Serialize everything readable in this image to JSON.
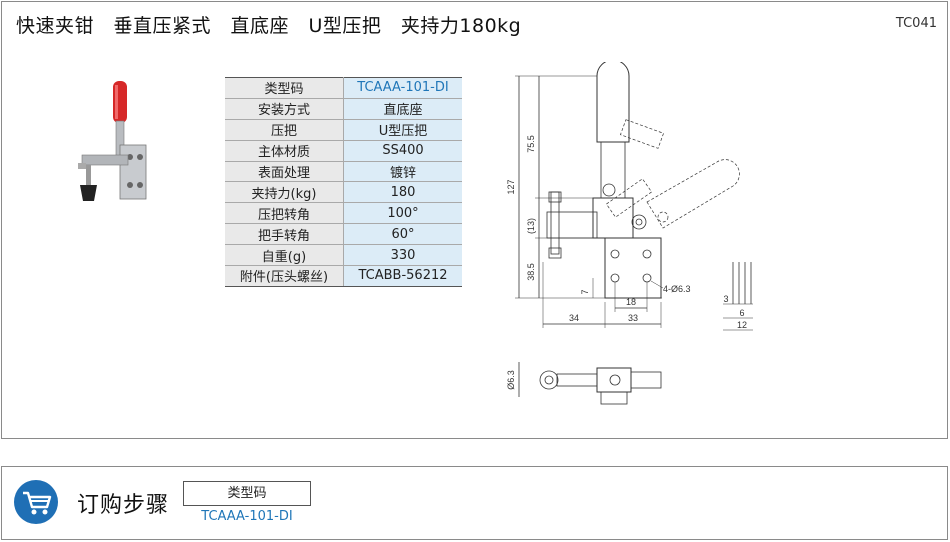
{
  "header": {
    "title": "快速夹钳　垂直压紧式　直底座　U型压把　夹持力180kg",
    "code": "TC041"
  },
  "spec_table": [
    {
      "label": "类型码",
      "value": "TCAAA-101-DI"
    },
    {
      "label": "安装方式",
      "value": "直底座"
    },
    {
      "label": "压把",
      "value": "U型压把"
    },
    {
      "label": "主体材质",
      "value": "SS400"
    },
    {
      "label": "表面处理",
      "value": "镀锌"
    },
    {
      "label": "夹持力(kg)",
      "value": "180"
    },
    {
      "label": "压把转角",
      "value": "100°"
    },
    {
      "label": "把手转角",
      "value": "60°"
    },
    {
      "label": "自重(g)",
      "value": "330"
    },
    {
      "label": "附件(压头螺丝)",
      "value": "TCABB-56212"
    }
  ],
  "drawing": {
    "dims": {
      "d127": "127",
      "d75_5": "75.5",
      "d13": "(13)",
      "d38_5": "38.5",
      "d7": "7",
      "d18": "18",
      "d34": "34",
      "d33": "33",
      "hole": "4-Ø6.3",
      "d3": "3",
      "d6": "6",
      "d12": "12",
      "pivot": "Ø6.3"
    }
  },
  "order": {
    "title": "订购步骤",
    "type_label": "类型码",
    "type_value": "TCAAA-101-DI"
  },
  "colors": {
    "accent": "#1f76b8",
    "cart_bg": "#1f6fb5",
    "value_bg": "#dcecf7",
    "label_bg": "#e9e9e9"
  }
}
